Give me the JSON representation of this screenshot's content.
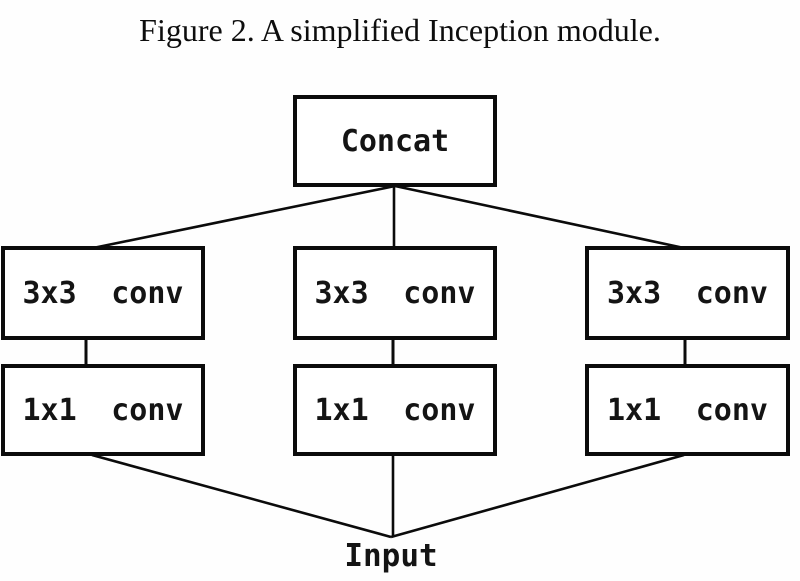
{
  "figure": {
    "caption": "Figure 2. A simplified Inception module."
  },
  "diagram": {
    "concat_label": "Concat",
    "input_label": "Input",
    "columns": [
      {
        "top_label": "3x3 conv",
        "bottom_label": "1x1 conv"
      },
      {
        "top_label": "3x3 conv",
        "bottom_label": "1x1 conv"
      },
      {
        "top_label": "3x3 conv",
        "bottom_label": "1x1 conv"
      }
    ],
    "colors": {
      "line": "#0b0b0b",
      "box_fill": "#ffffff",
      "background": "#fefefe",
      "text": "#141414"
    }
  }
}
